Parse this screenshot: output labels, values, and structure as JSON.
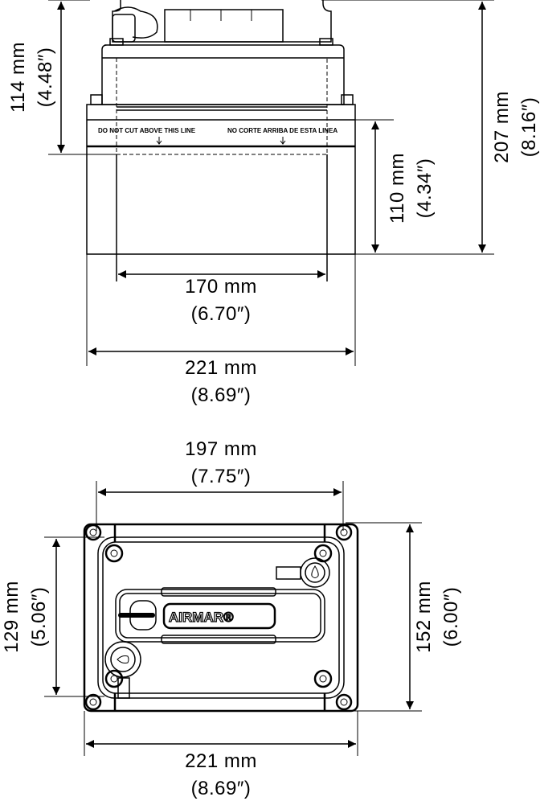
{
  "side_view": {
    "warning_text_en": "DO NOT CUT ABOVE THIS LINE",
    "warning_text_es": "NO CORTE ARRIBA DE ESTA LINEA",
    "dim_114": {
      "mm": "114 mm",
      "in": "(4.48″)"
    },
    "dim_207": {
      "mm": "207 mm",
      "in": "(8.16″)"
    },
    "dim_110": {
      "mm": "110 mm",
      "in": "(4.34″)"
    },
    "dim_170": {
      "mm": "170 mm",
      "in": "(6.70″)"
    },
    "dim_221": {
      "mm": "221 mm",
      "in": "(8.69″)"
    }
  },
  "top_view": {
    "logo": "AIRMAR®",
    "dim_197": {
      "mm": "197 mm",
      "in": "(7.75″)"
    },
    "dim_129": {
      "mm": "129 mm",
      "in": "(5.06″)"
    },
    "dim_152": {
      "mm": "152 mm",
      "in": "(6.00″)"
    },
    "dim_221": {
      "mm": "221 mm",
      "in": "(8.69″)"
    }
  }
}
